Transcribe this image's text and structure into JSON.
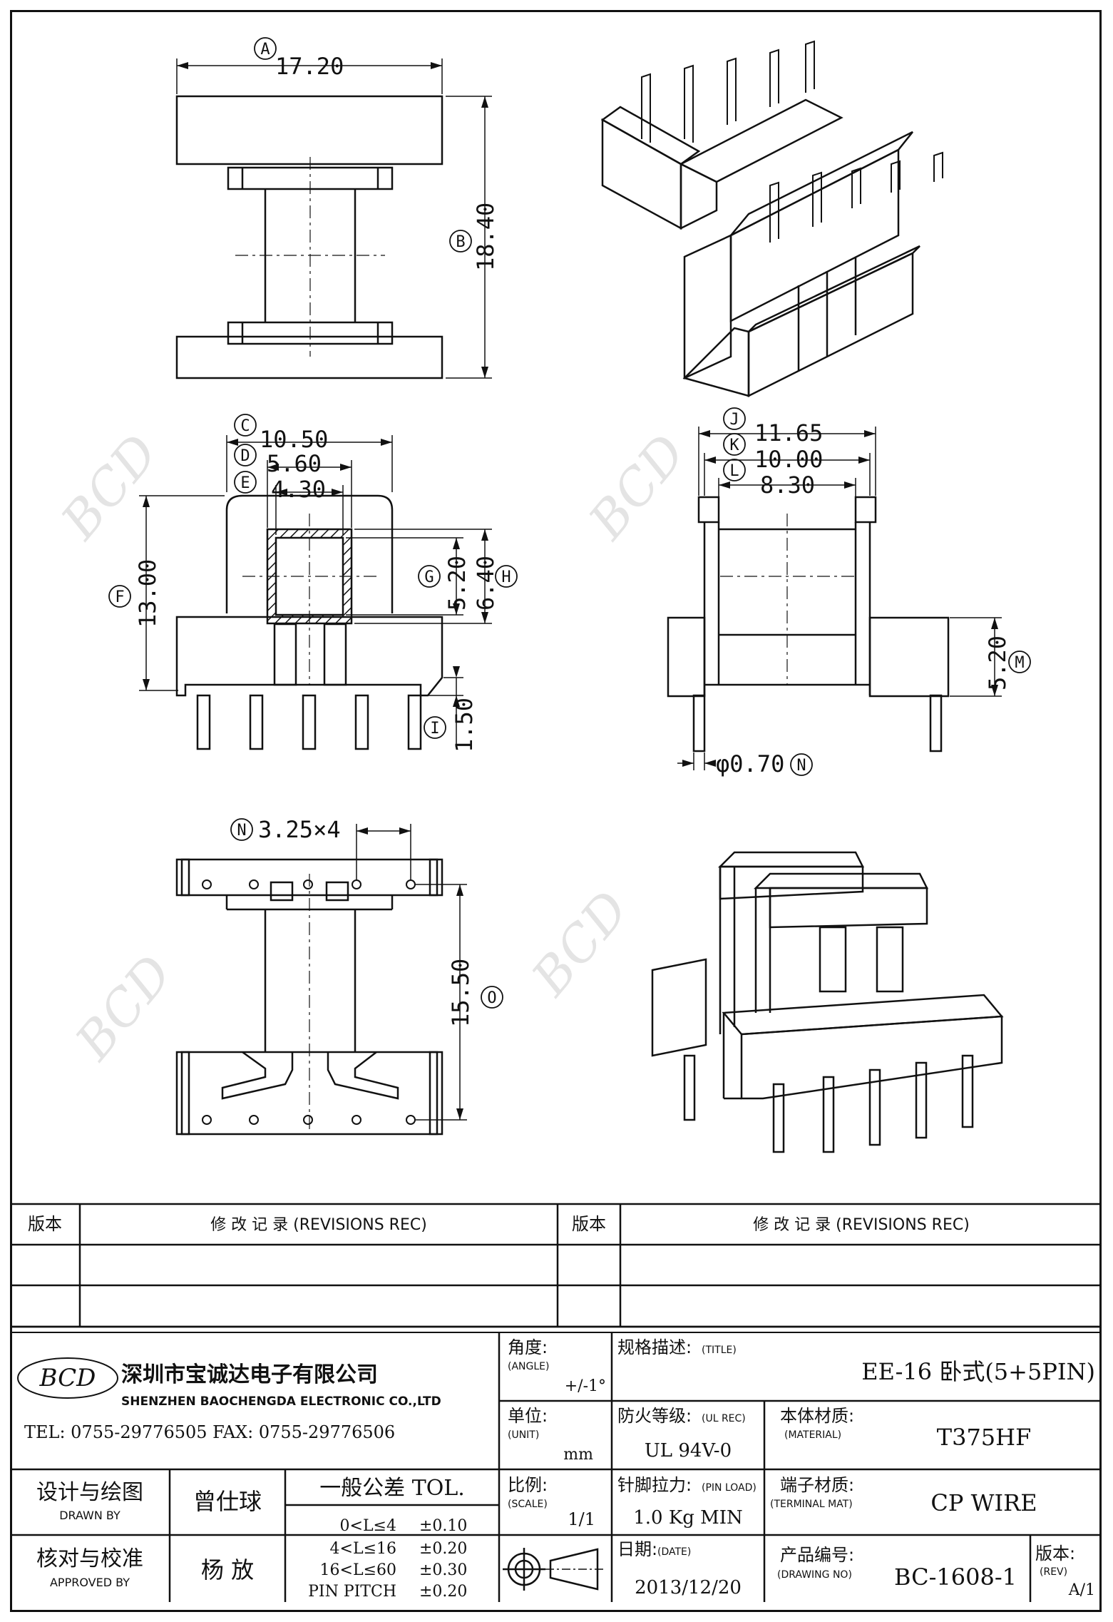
{
  "dimensions": {
    "A": {
      "letter": "A",
      "value": "17.20"
    },
    "B": {
      "letter": "B",
      "value": "18.40"
    },
    "C": {
      "letter": "C",
      "value": "10.50"
    },
    "D": {
      "letter": "D",
      "value": "5.60"
    },
    "E": {
      "letter": "E",
      "value": "4.30"
    },
    "F": {
      "letter": "F",
      "value": "13.00"
    },
    "G": {
      "letter": "G",
      "value": "5.20"
    },
    "H": {
      "letter": "H",
      "value": "6.40"
    },
    "I": {
      "letter": "I",
      "value": "1.50"
    },
    "J": {
      "letter": "J",
      "value": "11.65"
    },
    "K": {
      "letter": "K",
      "value": "10.00"
    },
    "L": {
      "letter": "L",
      "value": "8.30"
    },
    "M": {
      "letter": "M",
      "value": "5.20"
    },
    "N1": {
      "letter": "N",
      "value": "φ0.70"
    },
    "N2": {
      "letter": "N",
      "value": "3.25×4"
    },
    "O": {
      "letter": "O",
      "value": "15.50"
    }
  },
  "watermark": {
    "logo": "BCD"
  },
  "revisions": {
    "rev_header": "版本",
    "rec_header": "修 改 记 录  (REVISIONS REC)"
  },
  "company": {
    "logo": "BCD",
    "name_cn": "深圳市宝诚达电子有限公司",
    "name_en": "SHENZHEN BAOCHENGDA ELECTRONIC CO.,LTD",
    "tel": "TEL: 0755-29776505  FAX: 0755-29776506"
  },
  "title_block": {
    "angle_label": "角度:",
    "angle_sub": "(ANGLE)",
    "angle_value": "+/-1°",
    "title_label": "规格描述:",
    "title_sub": "(TITLE)",
    "title_value": "EE-16 卧式(5+5PIN)",
    "unit_label": "单位:",
    "unit_sub": "(UNIT)",
    "unit_value": "mm",
    "ul_label": "防火等级:",
    "ul_sub": "(UL REC)",
    "ul_value": "UL 94V-0",
    "material_label": "本体材质:",
    "material_sub": "(MATERIAL)",
    "material_value": "T375HF",
    "scale_label": "比例:",
    "scale_sub": "(SCALE)",
    "scale_value": "1/1",
    "pinload_label": "针脚拉力:",
    "pinload_sub": "(PIN LOAD)",
    "pinload_value": "1.0 Kg MIN",
    "terminal_label": "端子材质:",
    "terminal_sub": "(TERMINAL MAT)",
    "terminal_value": "CP WIRE",
    "date_label": "日期:",
    "date_sub": "(DATE)",
    "date_value": "2013/12/20",
    "drawing_no_label": "产品编号:",
    "drawing_no_sub": "(DRAWING NO)",
    "drawing_no_value": "BC-1608-1",
    "rev_label": "版本:",
    "rev_sub": "(REV)",
    "rev_value": "A/1",
    "drawn_label": "设计与绘图",
    "drawn_sub": "DRAWN BY",
    "drawn_value": "曾仕球",
    "approved_label": "核对与校准",
    "approved_sub": "APPROVED BY",
    "approved_value": "杨  放",
    "tol_header": "一般公差 TOL.",
    "tol_rows": [
      {
        "range": "0<L≤4",
        "tol": "±0.10"
      },
      {
        "range": "4<L≤16",
        "tol": "±0.20"
      },
      {
        "range": "16<L≤60",
        "tol": "±0.30"
      },
      {
        "range": "PIN PITCH",
        "tol": "±0.20"
      }
    ]
  }
}
